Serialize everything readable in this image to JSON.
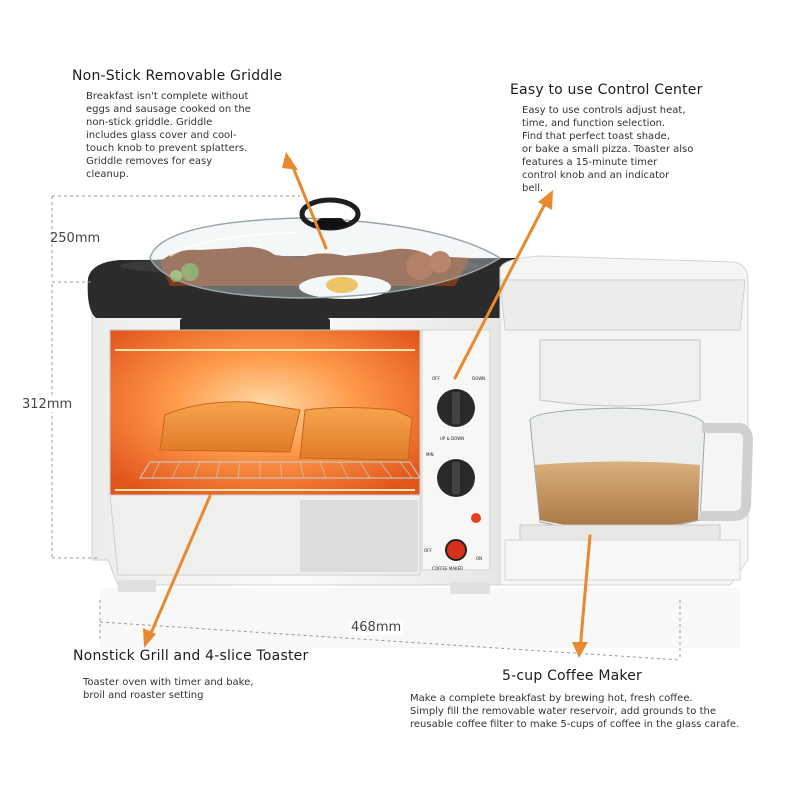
{
  "features": {
    "griddle": {
      "title": "Non-Stick Removable Griddle",
      "lines": [
        "Breakfast isn't complete without",
        "eggs and sausage cooked on the",
        "non-stick griddle. Griddle",
        "includes glass cover and cool-",
        "touch knob to prevent splatters.",
        "Griddle removes for easy",
        "cleanup."
      ]
    },
    "control": {
      "title": "Easy to use Control Center",
      "lines": [
        "Easy to use controls adjust heat,",
        "time, and function selection.",
        "Find that perfect toast shade,",
        "or bake a small pizza. Toaster also",
        "features a 15-minute timer",
        "control knob and an indicator",
        "bell."
      ]
    },
    "toaster": {
      "title": "Nonstick Grill and 4-slice Toaster",
      "lines": [
        "Toaster oven with timer and bake,",
        "broil and roaster setting"
      ]
    },
    "coffee": {
      "title": "5-cup Coffee Maker",
      "lines": [
        "Make a complete breakfast by brewing hot, fresh coffee.",
        "Simply fill the removable water reservoir, add grounds to the",
        "reusable coffee filter to make 5-cups of coffee in the glass carafe."
      ]
    }
  },
  "dimensions": {
    "height_top": "250mm",
    "height_main": "312mm",
    "width": "468mm"
  },
  "appliance_labels": {
    "knob1_off": "OFF",
    "knob1_down": "DOWN",
    "knob1_updown": "UP & DOWN",
    "knob2_min": "MIN",
    "coffee_off": "OFF",
    "coffee_on": "ON",
    "coffee_maker": "COFFEE MAKER"
  },
  "colors": {
    "arrow": "#e8892f",
    "oven_glow": "#ff7a2a",
    "body": "#f4f4f2",
    "top_dark": "#2a2a2a"
  }
}
